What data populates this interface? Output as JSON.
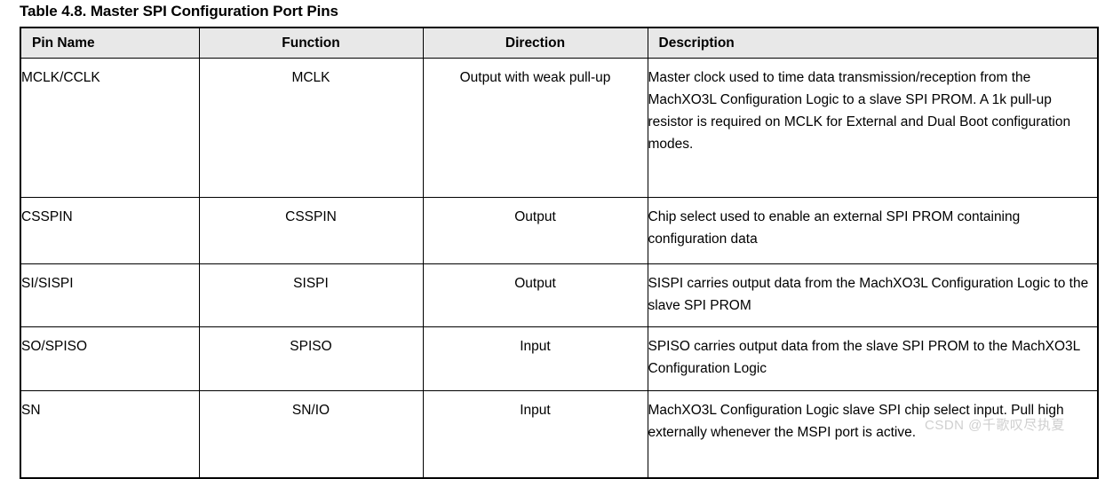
{
  "caption": "Table 4.8. Master SPI Configuration Port Pins",
  "table": {
    "headers": [
      {
        "label": "Pin Name",
        "align": "left"
      },
      {
        "label": "Function",
        "align": "center"
      },
      {
        "label": "Direction",
        "align": "center"
      },
      {
        "label": "Description",
        "align": "left"
      }
    ],
    "rows": [
      {
        "pin_name": "MCLK/CCLK",
        "function": "MCLK",
        "direction": "Output with weak pull-up",
        "description": "Master clock used to time data transmission/reception from the MachXO3L Configuration Logic to a slave SPI PROM. A 1k pull-up resistor is required on MCLK for External and Dual Boot configuration modes."
      },
      {
        "pin_name": "CSSPIN",
        "function": "CSSPIN",
        "direction": "Output",
        "description": "Chip select used to enable an external SPI PROM containing configuration data"
      },
      {
        "pin_name": "SI/SISPI",
        "function": "SISPI",
        "direction": "Output",
        "description": "SISPI carries output data from the MachXO3L Configuration Logic to the slave SPI PROM"
      },
      {
        "pin_name": "SO/SPISO",
        "function": "SPISO",
        "direction": "Input",
        "description": "SPISO carries output data from the slave SPI PROM to the MachXO3L Configuration Logic"
      },
      {
        "pin_name": "SN",
        "function": "SN/IO",
        "direction": "Input",
        "description": "MachXO3L Configuration Logic slave SPI chip select input. Pull high externally whenever the MSPI port is active."
      }
    ]
  },
  "watermark": "CSDN @千歌叹尽执夏",
  "colors": {
    "header_background": "#e8e8e8",
    "border": "#000000",
    "text": "#000000",
    "watermark": "#cfcfcf"
  }
}
